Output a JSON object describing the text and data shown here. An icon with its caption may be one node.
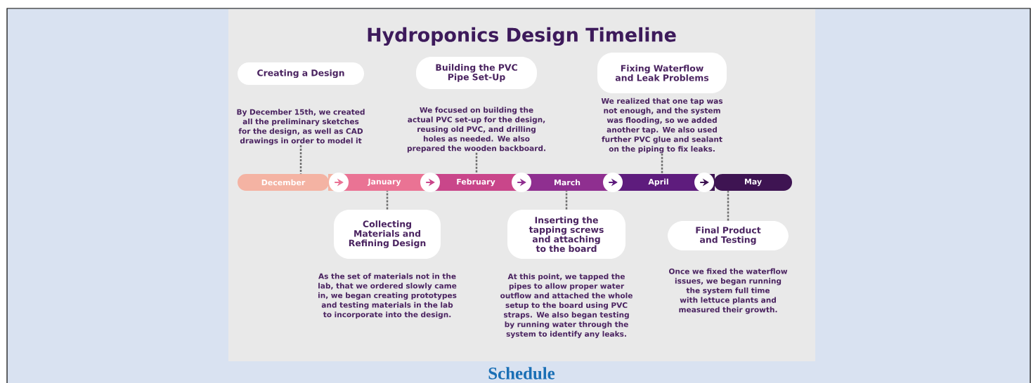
{
  "diagram": {
    "title": "Hydroponics Design Timeline",
    "caption": "Schedule",
    "nodes": [
      {
        "text": [
          "Creating a Design"
        ],
        "beside": [
          "By December 15th, we created all the preliminary sketches for the design, as well as CAD drawings in order to model it"
        ]
      },
      {
        "text": [
          "Building the PVC Pipe Set-Up"
        ],
        "beside": [
          "We focused on building the actual PVC set-up for the design, reusing old PVC, and drilling holes as needed. We also prepared the wooden backboard."
        ]
      },
      {
        "text": [
          "Fixing Waterflow and Leak Problems"
        ],
        "beside": [
          "We realized that one tap was not enough, and the system was flooding, so we added another tap. We also used further PVC glue and sealant on the piping to fix leaks."
        ]
      },
      {
        "text": [
          "December"
        ]
      },
      {
        "text": [
          "January"
        ]
      },
      {
        "text": [
          "February"
        ]
      },
      {
        "text": [
          "March"
        ]
      },
      {
        "text": [
          "April"
        ]
      },
      {
        "text": [
          "May"
        ]
      },
      {
        "text": [
          "Collecting Materials and Refining Design"
        ],
        "beside": [
          "As the set of materials not in the lab, that we ordered slowly came in, we began creating prototypes and testing materials in the lab to incorporate into the design."
        ]
      },
      {
        "text": [
          "Inserting the tapping screws and attaching to the board"
        ],
        "beside": [
          "At this point, we tapped the pipes to allow proper water outflow and attached the whole setup to the board using PVC straps. We also began testing by running water through the system to identify any leaks."
        ]
      },
      {
        "text": [
          "Final Product and Testing"
        ],
        "beside": [
          "Once we fixed the waterflow issues, we began running the system full time with lettuce plants and measured their growth."
        ]
      }
    ],
    "edges": [
      {
        "from": 3,
        "to": 4,
        "arrow": "to",
        "color": "#ea7394"
      },
      {
        "from": 4,
        "to": 5,
        "arrow": "to",
        "color": "#c9468a"
      },
      {
        "from": 5,
        "to": 6,
        "arrow": "to",
        "color": "#8f2f90"
      },
      {
        "from": 6,
        "to": 7,
        "arrow": "to",
        "color": "#5e1c7d"
      },
      {
        "from": 7,
        "to": 8,
        "arrow": "to",
        "color": "#3e1452"
      },
      {
        "from": 0,
        "to": 3,
        "arrow": "none",
        "style": "dashed"
      },
      {
        "from": 1,
        "to": 5,
        "arrow": "none",
        "style": "dashed"
      },
      {
        "from": 2,
        "to": 7,
        "arrow": "none",
        "style": "dashed"
      },
      {
        "from": 9,
        "to": 4,
        "arrow": "none",
        "style": "dashed"
      },
      {
        "from": 10,
        "to": 6,
        "arrow": "none",
        "style": "dashed"
      },
      {
        "from": 11,
        "to": 8,
        "arrow": "none",
        "style": "dashed"
      }
    ]
  }
}
